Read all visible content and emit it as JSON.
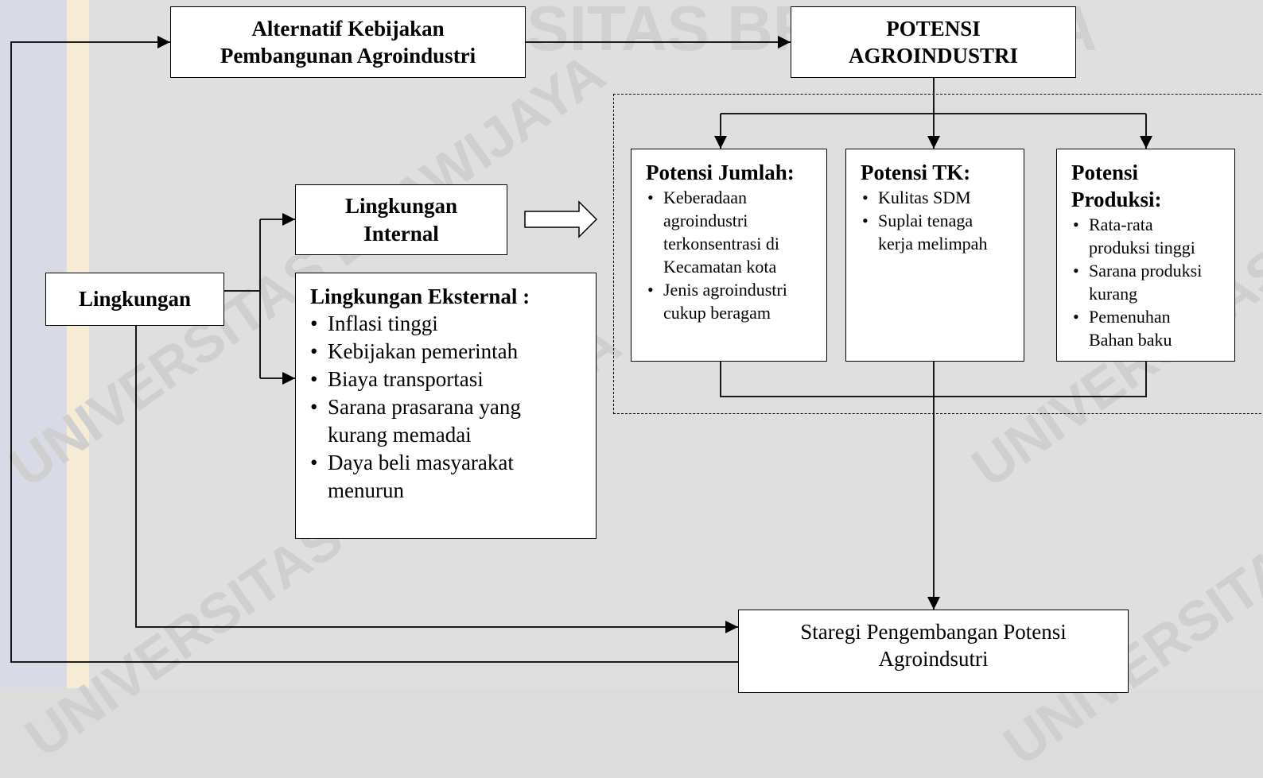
{
  "nodes": {
    "alternatif": "Alternatif Kebijakan Pembangunan Agroindustri",
    "potensi": "POTENSI AGROINDUSTRI",
    "lingkungan": "Lingkungan",
    "internal": "Lingkungan Internal",
    "eksternal": {
      "title": "Lingkungan Eksternal :",
      "items": [
        "Inflasi tinggi",
        "Kebijakan pemerintah",
        "Biaya transportasi",
        "Sarana prasarana yang kurang memadai",
        "Daya beli masyarakat menurun"
      ]
    },
    "jumlah": {
      "title": "Potensi Jumlah:",
      "items": [
        "Keberadaan agroindustri terkonsentrasi di Kecamatan kota",
        "Jenis agroindustri cukup beragam"
      ]
    },
    "tk": {
      "title": "Potensi TK:",
      "items": [
        "Kulitas SDM",
        "Suplai tenaga kerja melimpah"
      ]
    },
    "produksi": {
      "title": "Potensi Produksi:",
      "items": [
        "Rata-rata produksi tinggi",
        "Sarana produksi kurang",
        "Pemenuhan Bahan baku"
      ]
    },
    "strategi": "Staregi Pengembangan Potensi Agroindsutri"
  },
  "watermark": "UNIVERSITAS BRAWIJAYA"
}
